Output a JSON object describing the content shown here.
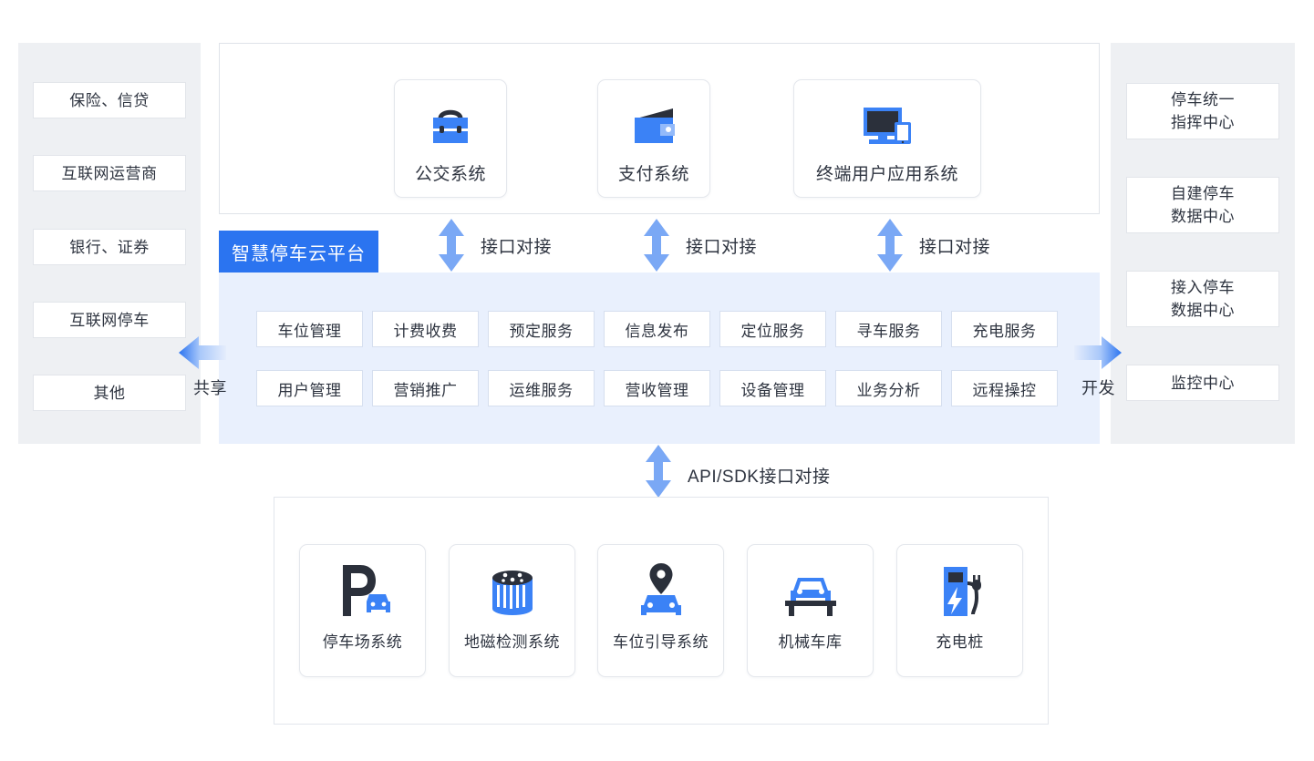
{
  "colors": {
    "brand_blue": "#2b74f0",
    "icon_blue": "#3b82f6",
    "icon_dark": "#2b303b",
    "arrow_blue": "#7aa8f5",
    "band_bg": "#e9f0fd",
    "side_bg": "#eef0f3"
  },
  "left_column": {
    "items": [
      {
        "label": "保险、信贷"
      },
      {
        "label": "互联网运营商"
      },
      {
        "label": "银行、证券"
      },
      {
        "label": "互联网停车"
      },
      {
        "label": "其他"
      }
    ]
  },
  "right_column": {
    "items": [
      {
        "line1": "停车统一",
        "line2": "指挥中心"
      },
      {
        "line1": "自建停车",
        "line2": "数据中心"
      },
      {
        "line1": "接入停车",
        "line2": "数据中心"
      },
      {
        "line1": "监控中心",
        "line2": ""
      }
    ]
  },
  "top_panel": {
    "cards": [
      {
        "label": "公交系统",
        "icon": "briefcase-icon"
      },
      {
        "label": "支付系统",
        "icon": "wallet-icon"
      },
      {
        "label": "终端用户应用系统",
        "icon": "monitor-phone-icon"
      }
    ]
  },
  "connectors": {
    "interface_label": "接口对接",
    "api_label": "API/SDK接口对接",
    "share_label": "共享",
    "develop_label": "开发"
  },
  "platform": {
    "title": "智慧停车云平台",
    "row1": [
      "车位管理",
      "计费收费",
      "预定服务",
      "信息发布",
      "定位服务",
      "寻车服务",
      "充电服务"
    ],
    "row2": [
      "用户管理",
      "营销推广",
      "运维服务",
      "营收管理",
      "设备管理",
      "业务分析",
      "远程操控"
    ]
  },
  "bottom_panel": {
    "cards": [
      {
        "label": "停车场系统",
        "icon": "parking-p-car-icon"
      },
      {
        "label": "地磁检测系统",
        "icon": "geomagnetic-sensor-icon"
      },
      {
        "label": "车位引导系统",
        "icon": "pin-car-icon"
      },
      {
        "label": "机械车库",
        "icon": "car-on-platform-icon"
      },
      {
        "label": "充电桩",
        "icon": "charging-pile-icon"
      }
    ]
  }
}
